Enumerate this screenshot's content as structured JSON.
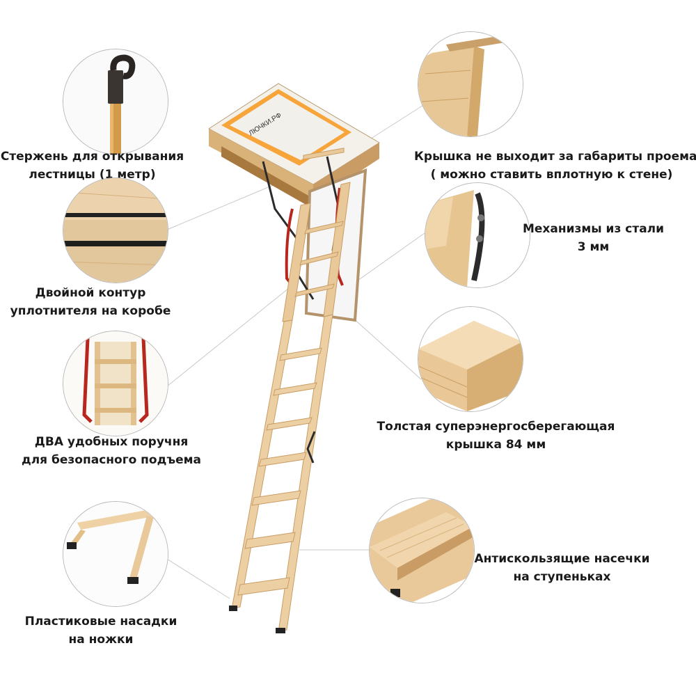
{
  "features": [
    {
      "id": "rod",
      "line1": "Стержень для открывания",
      "line2": "лестницы (1 метр)"
    },
    {
      "id": "seal",
      "line1": "Двойной контур",
      "line2": "уплотнителя на коробе"
    },
    {
      "id": "rails",
      "line1": "ДВА удобных поручня",
      "line2": "для безопасного подъема"
    },
    {
      "id": "feet",
      "line1": "Пластиковые насадки",
      "line2": "на ножки"
    },
    {
      "id": "lid-fit",
      "line1": "Крышка не выходит за габариты проема",
      "line2": "( можно ставить вплотную к стене)"
    },
    {
      "id": "steel",
      "line1": "Механизмы из стали",
      "line2": "3 мм"
    },
    {
      "id": "lid-thick",
      "line1": "Толстая суперэнергосберегающая",
      "line2": "крышка 84 мм"
    },
    {
      "id": "steps",
      "line1": "Антискользящие насечки",
      "line2": "на ступеньках"
    }
  ],
  "box_label": {
    "brand": "ЛЮЧКИ.РФ"
  },
  "colors": {
    "wood": "#e9c99a",
    "wood_dark": "#c89c64",
    "rail_red": "#b8271d",
    "steel": "#2b2b2b",
    "box_orange": "#f0a030"
  },
  "icons": [
    "hook-rod-icon",
    "seal-corner-icon",
    "handrails-icon",
    "plastic-feet-icon",
    "lid-edge-icon",
    "steel-hinge-icon",
    "thick-lid-icon",
    "step-tread-icon"
  ]
}
